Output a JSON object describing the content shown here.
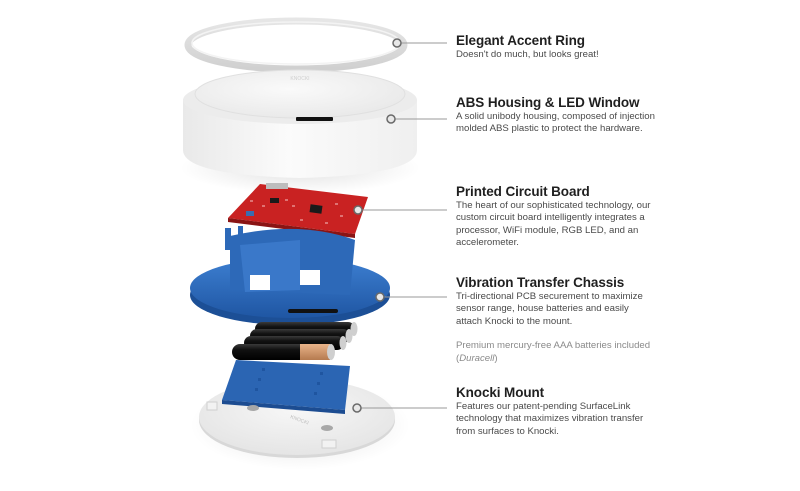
{
  "diagram": {
    "type": "exploded-product-view",
    "product": "Knocki",
    "colors": {
      "chassis_blue": "#2f6fc0",
      "pcb_red": "#d42a2a",
      "housing_white": "#f4f4f4",
      "callout_line": "#9a9a9a",
      "title_text": "#1f1f1f",
      "body_text": "#4a4a4a",
      "note_text": "#8a8a8a"
    },
    "callouts": [
      {
        "title": "Elegant Accent Ring",
        "description": "Doesn't do much, but looks great!"
      },
      {
        "title": "ABS Housing & LED Window",
        "description": "A solid unibody housing, composed of injection molded ABS plastic to protect the hardware."
      },
      {
        "title": "Printed Circuit Board",
        "description": "The heart of our sophisticated technology, our custom circuit board intelligently integrates a processor, WiFi module, RGB LED, and an accelerometer."
      },
      {
        "title": "Vibration Transfer Chassis",
        "description": "Tri-directional PCB securement to maximize sensor range, house batteries and easily attach Knocki to the mount.",
        "note": "Premium mercury-free AAA batteries included (",
        "note_brand": "Duracell",
        "note_end": ")"
      },
      {
        "title": "Knocki Mount",
        "description": "Features our patent-pending SurfaceLink technology that maximizes vibration transfer from surfaces to Knocki."
      }
    ],
    "engravings": {
      "housing_logo": "KNOCKI",
      "mount_logo": "KNOCKI"
    }
  }
}
